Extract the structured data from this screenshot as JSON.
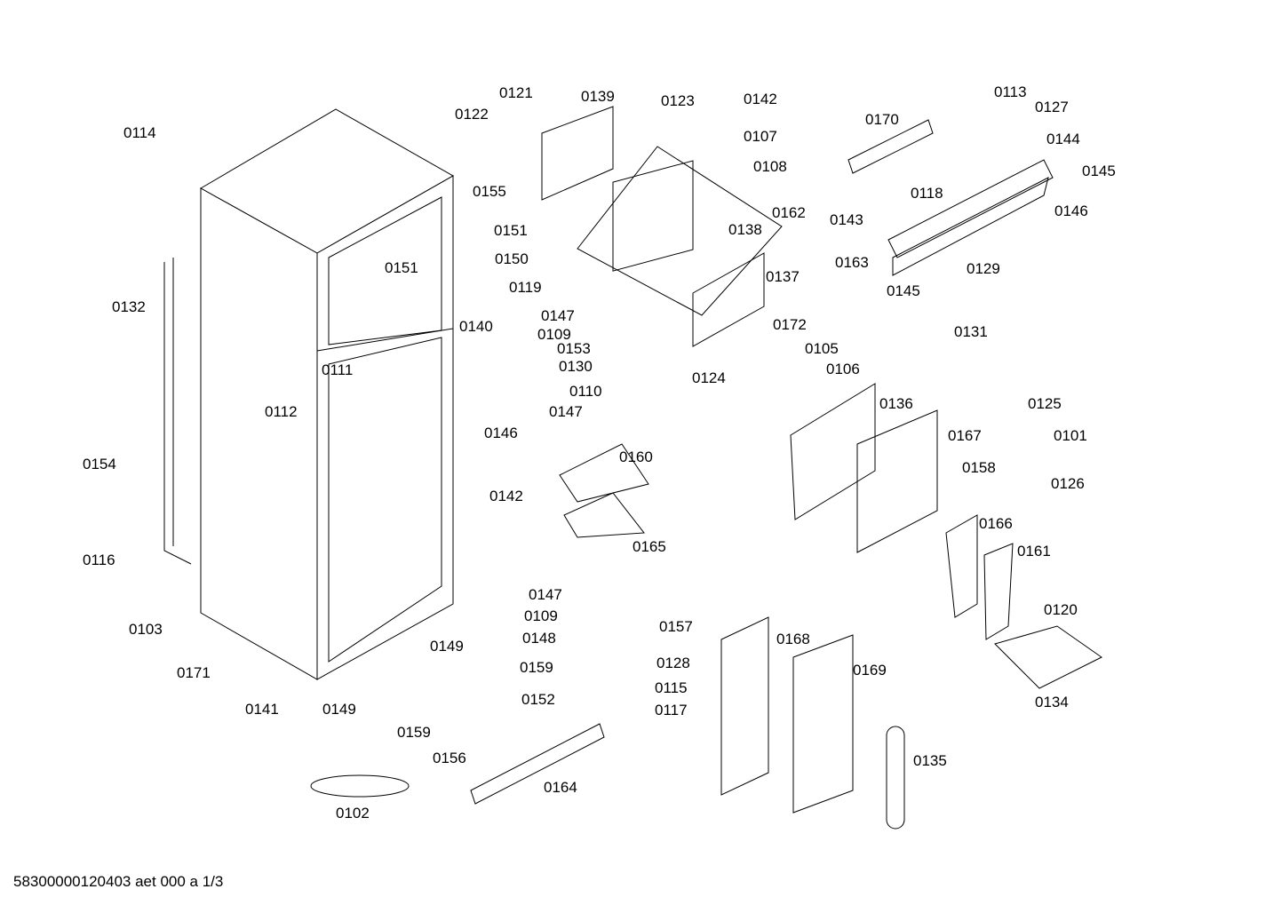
{
  "diagram": {
    "labels": [
      "0114",
      "0132",
      "0154",
      "0116",
      "0103",
      "0171",
      "0141",
      "0149",
      "0149",
      "0112",
      "0111",
      "0151",
      "0159",
      "0102",
      "0156",
      "0164",
      "0121",
      "0139",
      "0122",
      "0155",
      "0151",
      "0150",
      "0119",
      "0147",
      "0140",
      "0109",
      "0153",
      "0130",
      "0110",
      "0147",
      "0146",
      "0142",
      "0160",
      "0165",
      "0147",
      "0109",
      "0148",
      "0159",
      "0152",
      "0123",
      "0142",
      "0107",
      "0108",
      "0162",
      "0138",
      "0137",
      "0172",
      "0105",
      "0106",
      "0124",
      "0136",
      "0167",
      "0158",
      "0170",
      "0118",
      "0113",
      "0127",
      "0144",
      "0145",
      "0146",
      "0143",
      "0163",
      "0145",
      "0129",
      "0131",
      "0125",
      "0101",
      "0126",
      "0166",
      "0161",
      "0120",
      "0134",
      "0157",
      "0168",
      "0169",
      "0128",
      "0115",
      "0117",
      "0135"
    ],
    "footer": "58300000120403 aet 000 a 1/3"
  }
}
